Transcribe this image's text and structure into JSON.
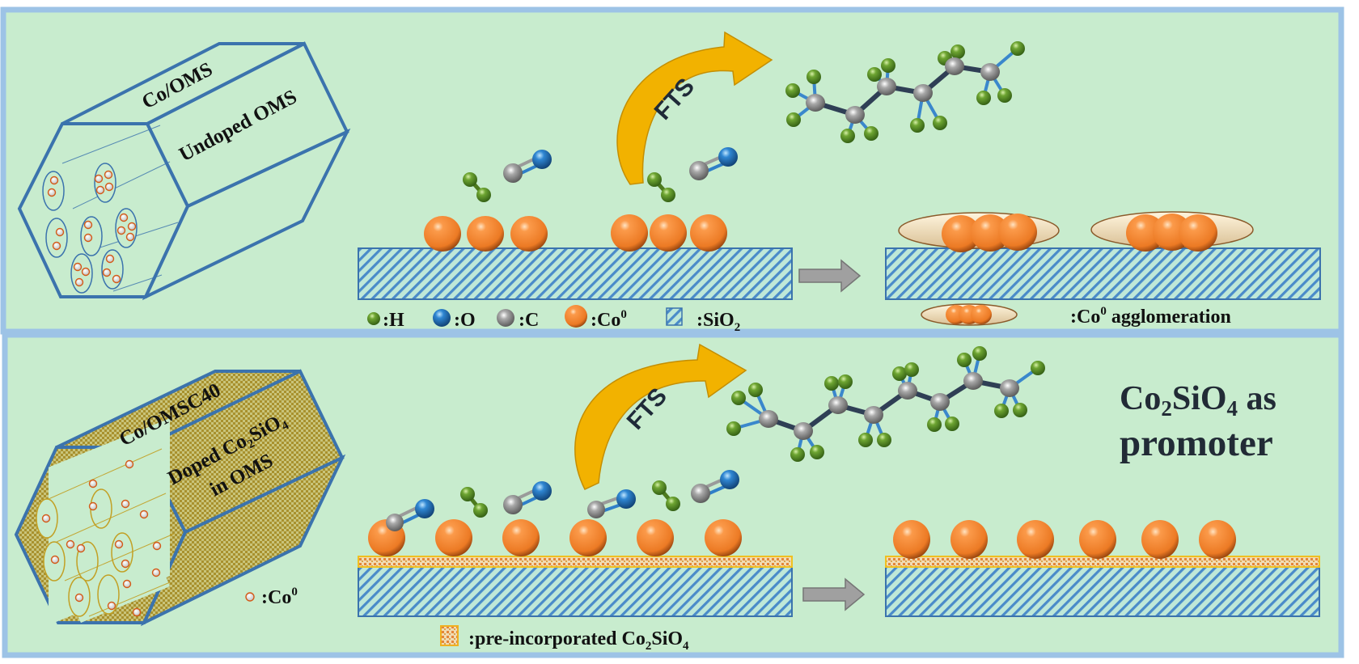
{
  "figure": {
    "colors": {
      "panel_bg": "#c8ecce",
      "panel_border": "#9dc3e6",
      "hex_edge": "#3b73ad",
      "cobalt": "#f08030",
      "hydrogen": "#5a8f2a",
      "oxygen": "#2f7fc8",
      "carbon": "#8c8c8c",
      "silica_stripe": "#4a8bc9",
      "silicate_layer": "#e8b440",
      "fts_arrow": "#f2b200",
      "process_arrow": "#a0a0a0"
    },
    "top_panel": {
      "hexagon_title": "Co/OMS",
      "hexagon_face_label": "Undoped OMS",
      "process_label": "FTS",
      "legend": [
        {
          "icon": "hydrogen-atom-icon",
          "label": ":H"
        },
        {
          "icon": "oxygen-atom-icon",
          "label": ":O"
        },
        {
          "icon": "carbon-atom-icon",
          "label": ":C"
        },
        {
          "icon": "cobalt-particle-icon",
          "label": ":Co",
          "superscript": "0"
        },
        {
          "icon": "silica-hatch-icon",
          "label": ":SiO",
          "subscript": "2"
        }
      ],
      "agglomeration_legend": {
        "label": ":Co",
        "superscript": "0",
        "suffix": " agglomeration"
      },
      "particles_before": 6,
      "clusters_after": 2
    },
    "bottom_panel": {
      "hexagon_title": "Co/OMSC40",
      "hexagon_face_label_line1": "Doped  Co",
      "hexagon_face_sub1": "2",
      "hexagon_face_mid": "SiO",
      "hexagon_face_sub2": "4",
      "hexagon_face_label_line2": "in  OMS",
      "cobalt_legend": {
        "label": ":Co",
        "superscript": "0"
      },
      "process_label": "FTS",
      "promoter_line1_a": "Co",
      "promoter_line1_sub1": "2",
      "promoter_line1_b": "SiO",
      "promoter_line1_sub2": "4",
      "promoter_line1_c": " as",
      "promoter_line2": "promoter",
      "silicate_legend": {
        "label": ":pre-incorporated Co",
        "sub1": "2",
        "mid": "SiO",
        "sub2": "4"
      },
      "particles_before": 6,
      "particles_after": 6
    }
  }
}
